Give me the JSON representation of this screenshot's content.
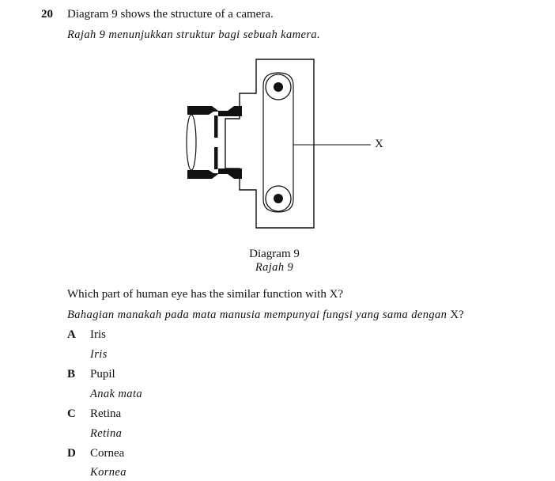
{
  "question": {
    "number": "20",
    "stem_en": "Diagram 9 shows the structure of a camera.",
    "stem_my": "Rajah 9 menunjukkan struktur bagi sebuah kamera."
  },
  "diagram": {
    "label_x": "X",
    "caption_en": "Diagram 9",
    "caption_my": "Rajah 9"
  },
  "prompt": {
    "en": "Which part of human eye has the similar function with X?",
    "my_italic": "Bahagian manakah pada mata manusia mempunyai fungsi yang sama dengan",
    "my_tail": "X?"
  },
  "options": [
    {
      "letter": "A",
      "en": "Iris",
      "my": "Iris"
    },
    {
      "letter": "B",
      "en": "Pupil",
      "my": "Anak mata"
    },
    {
      "letter": "C",
      "en": "Retina",
      "my": "Retina"
    },
    {
      "letter": "D",
      "en": "Cornea",
      "my": "Kornea"
    }
  ]
}
